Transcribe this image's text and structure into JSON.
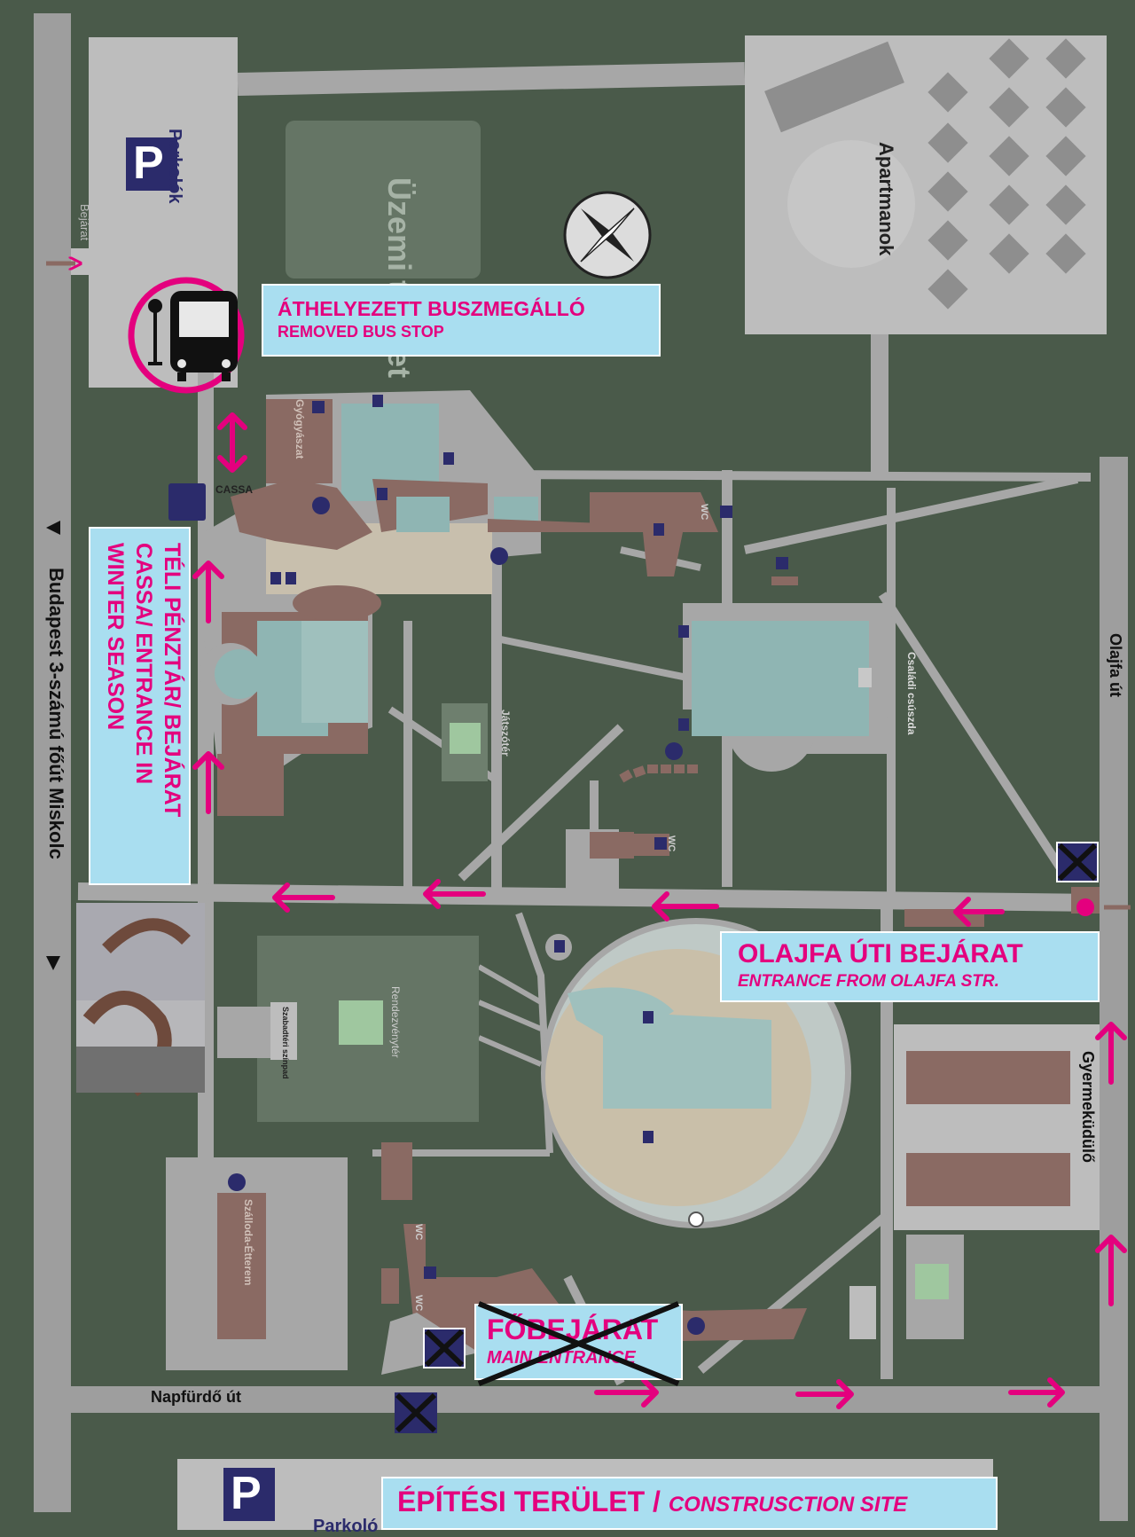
{
  "labels": {
    "parking_top": "Parkolók",
    "parking_bottom": "Parkoló",
    "parking_symbol": "P",
    "entrance_small": "Bejárat",
    "industrial_area": "Üzemi terület",
    "apartments": "Apartmanok",
    "cassa": "CASSA",
    "therapy": "Gyógyászat",
    "playground": "Játszótér",
    "family_slide": "Családi csúszda",
    "event_area": "Rendezvénytér",
    "open_air_stage": "Szabadtéri színpad",
    "hotel_restaurant": "Szálloda-Étterem",
    "children_resort": "Gyermeküdülő",
    "olajfa_street": "Olajfa út",
    "napfurdo_street": "Napfürdő út",
    "main_road": "Budapest   3-számú főút   Miskolc",
    "wc": "WC"
  },
  "callouts": {
    "bus_stop_hu": "ÁTHELYEZETT BUSZMEGÁLLÓ",
    "bus_stop_en": "REMOVED BUS STOP",
    "winter_line1": "TÉLI PÉNZTÁR/ BEJÁRAT",
    "winter_line2": "CASSA/ ENTRANCE IN",
    "winter_line3": "WINTER SEASON",
    "olajfa_hu": "OLAJFA ÚTI BEJÁRAT",
    "olajfa_en": "ENTRANCE FROM OLAJFA STR.",
    "main_hu": "FŐBEJÁRAT",
    "main_en": "MAIN ENTRANCE",
    "construction_hu": "ÉPÍTÉSI TERÜLET / ",
    "construction_en": "CONSTRUSCTION SITE"
  },
  "icons": [
    "bus-stop-icon",
    "compass-icon",
    "cross-out-icon",
    "route-arrow-icon",
    "wc-icon",
    "restaurant-icon",
    "first-aid-icon",
    "ticket-office-icon",
    "photo-slide-icon"
  ],
  "colors": {
    "accent": "#e4007e",
    "callout_bg": "#a9def0",
    "grass": "#4a5a4a",
    "path": "#a7a7a7",
    "building": "#8a6a63",
    "pool": "#8fb5b3",
    "navy": "#2b2b6b"
  }
}
